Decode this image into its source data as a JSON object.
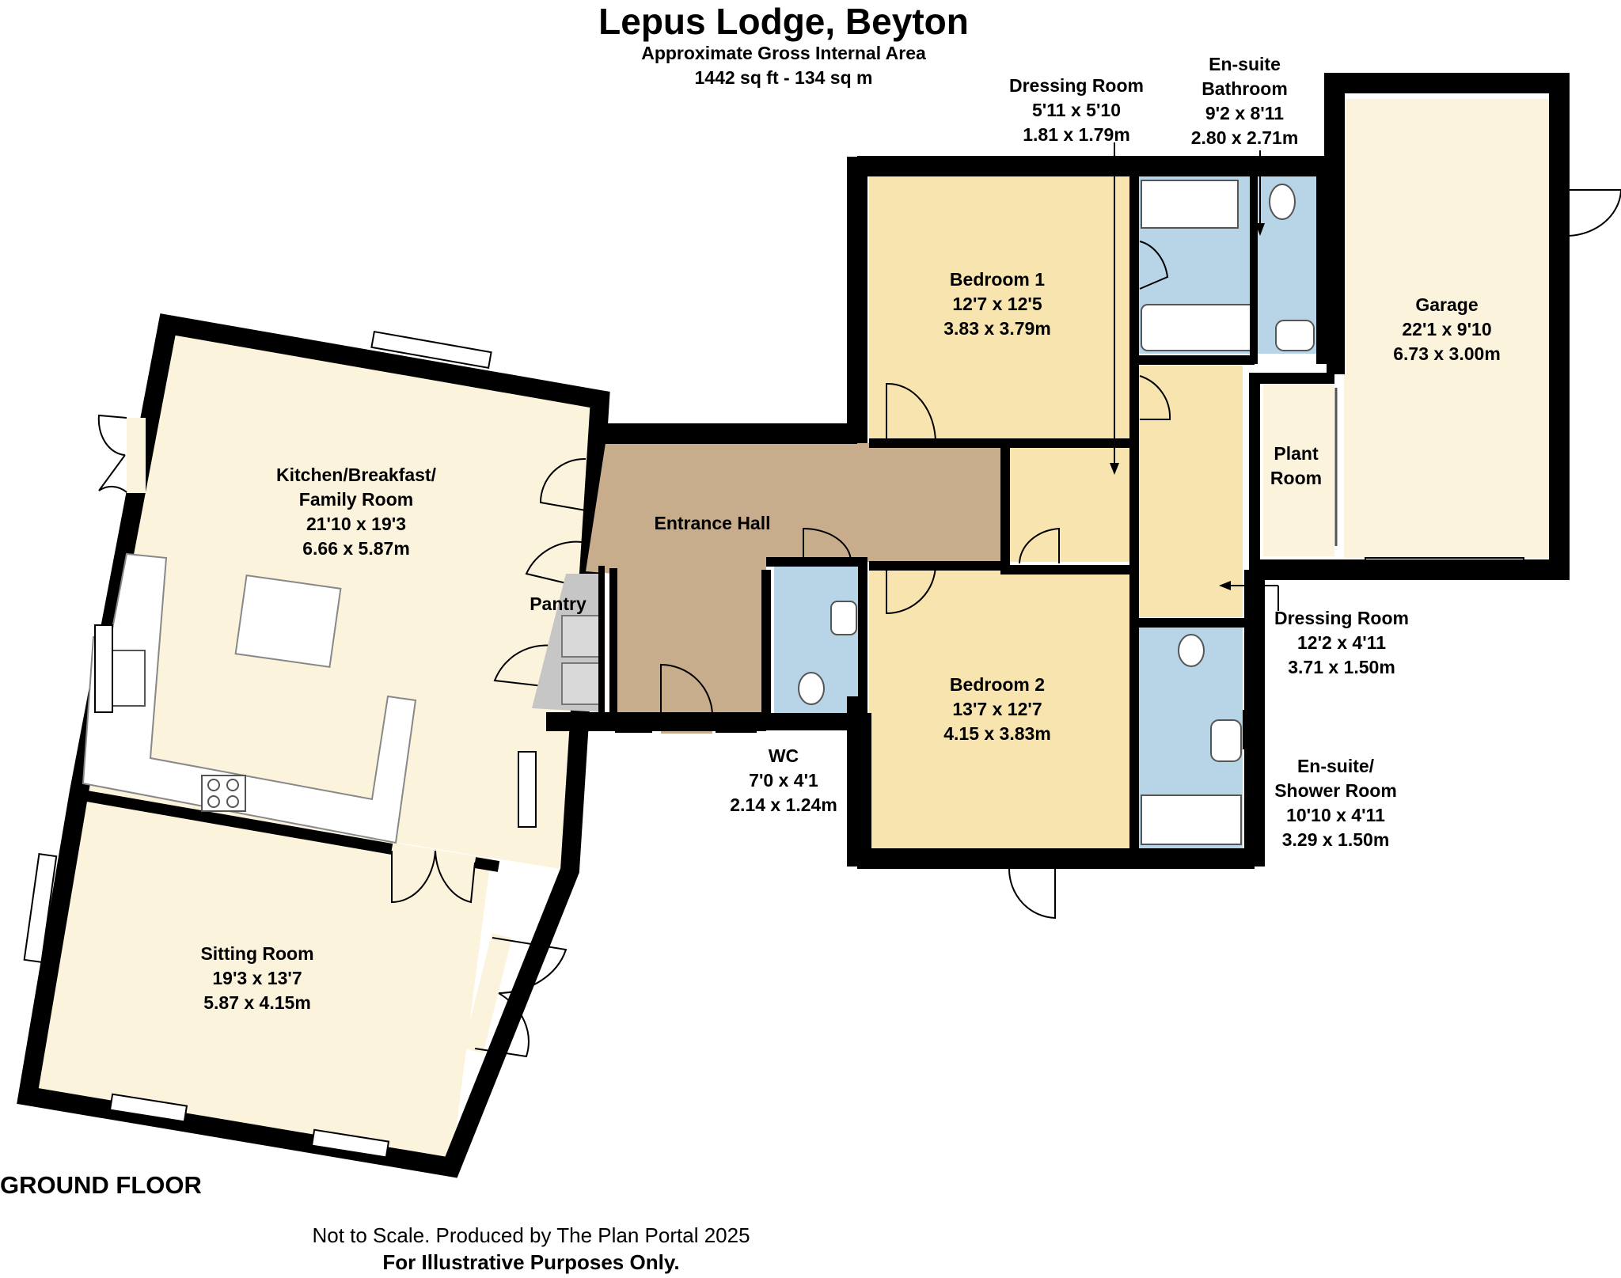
{
  "header": {
    "title": "Lepus Lodge, Beyton",
    "subtitle": "Approximate Gross Internal Area",
    "area": "1442 sq ft - 134 sq m"
  },
  "floor_label": "GROUND FLOOR",
  "footer": {
    "line1": "Not to Scale. Produced by The Plan Portal 2025",
    "line2": "For Illustrative Purposes Only."
  },
  "colors": {
    "wall": "#000000",
    "kitchen_fill": "#fbf3dc",
    "bedroom_fill": "#f8e4ae",
    "hall_fill": "#c7ad8c",
    "bathroom_fill": "#b7d5e6",
    "pantry_fill": "#c6c6c6",
    "garage_fill": "#fbf3dc"
  },
  "rooms": {
    "kitchen": {
      "name": "Kitchen/Breakfast/",
      "name2": "Family Room",
      "imperial": "21'10 x 19'3",
      "metric": "6.66 x 5.87m"
    },
    "sitting": {
      "name": "Sitting Room",
      "imperial": "19'3 x 13'7",
      "metric": "5.87 x 4.15m"
    },
    "hall": {
      "name": "Entrance Hall"
    },
    "pantry": {
      "name": "Pantry"
    },
    "wc": {
      "name": "WC",
      "imperial": "7'0 x 4'1",
      "metric": "2.14 x 1.24m"
    },
    "bedroom1": {
      "name": "Bedroom 1",
      "imperial": "12'7 x 12'5",
      "metric": "3.83 x 3.79m"
    },
    "bedroom2": {
      "name": "Bedroom 2",
      "imperial": "13'7 x 12'7",
      "metric": "4.15 x 3.83m"
    },
    "dressing1": {
      "name": "Dressing Room",
      "imperial": "5'11 x 5'10",
      "metric": "1.81 x 1.79m"
    },
    "ensuite_bath": {
      "name": "En-suite",
      "name2": "Bathroom",
      "imperial": "9'2 x 8'11",
      "metric": "2.80 x 2.71m"
    },
    "garage": {
      "name": "Garage",
      "imperial": "22'1 x 9'10",
      "metric": "6.73 x 3.00m"
    },
    "plant": {
      "name": "Plant",
      "name2": "Room"
    },
    "dressing2": {
      "name": "Dressing Room",
      "imperial": "12'2 x 4'11",
      "metric": "3.71 x 1.50m"
    },
    "ensuite_shower": {
      "name": "En-suite/",
      "name2": "Shower Room",
      "imperial": "10'10 x 4'11",
      "metric": "3.29 x 1.50m"
    }
  }
}
